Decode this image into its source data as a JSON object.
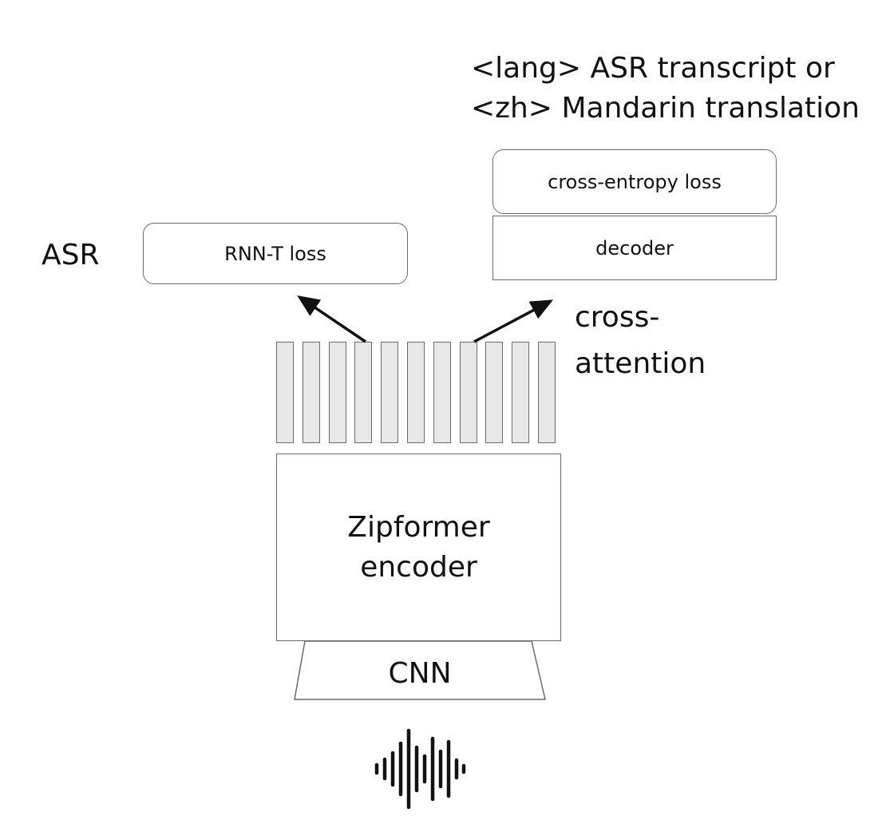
{
  "output": {
    "line1": "<lang> ASR transcript or",
    "line2": "<zh> Mandarin translation"
  },
  "asr_label": "ASR",
  "cross_attention": {
    "line1": "cross-",
    "line2": "attention"
  },
  "rnnt_box": {
    "label": "RNN-T loss"
  },
  "ce_box": {
    "label": "cross-entropy loss"
  },
  "decoder_box": {
    "label": "decoder"
  },
  "encoder": {
    "line1": "Zipformer",
    "line2": "encoder",
    "frame_count": 11
  },
  "cnn": {
    "label": "CNN"
  },
  "icons": {
    "waveform": "waveform-icon"
  },
  "colors": {
    "frame_fill": "#e8e8e8",
    "border": "#6a6a6a",
    "ink": "#111111"
  }
}
